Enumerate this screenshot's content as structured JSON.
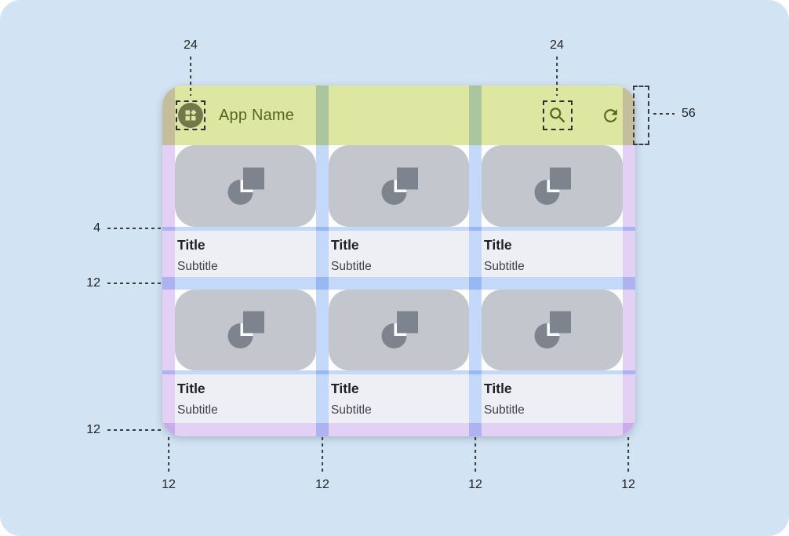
{
  "app": {
    "name": "App Name",
    "cards": [
      {
        "title": "Title",
        "subtitle": "Subtitle"
      },
      {
        "title": "Title",
        "subtitle": "Subtitle"
      },
      {
        "title": "Title",
        "subtitle": "Subtitle"
      },
      {
        "title": "Title",
        "subtitle": "Subtitle"
      },
      {
        "title": "Title",
        "subtitle": "Subtitle"
      },
      {
        "title": "Title",
        "subtitle": "Subtitle"
      }
    ],
    "icons": [
      "apps-icon",
      "search-icon",
      "refresh-icon",
      "shapes-placeholder-icon"
    ]
  },
  "annotations": {
    "app_icon_size": "24",
    "action_icon_size": "24",
    "appbar_height": "56",
    "image_text_gap": "4",
    "row_gap": "12",
    "bottom_margin": "12",
    "column_markers": [
      "12",
      "12",
      "12",
      "12"
    ]
  },
  "colors": {
    "canvas_background": "#d2e4f3",
    "appbar_highlight": "#dde7a2",
    "appbar_foreground": "#57661f",
    "margin_overlay_purple": "#e4d2f6",
    "gutter_overlay_blue": "#c6dafa",
    "card_image_gray": "#c3c7cd",
    "card_text_background": "#edeff4",
    "annotation_ink": "#222426"
  }
}
